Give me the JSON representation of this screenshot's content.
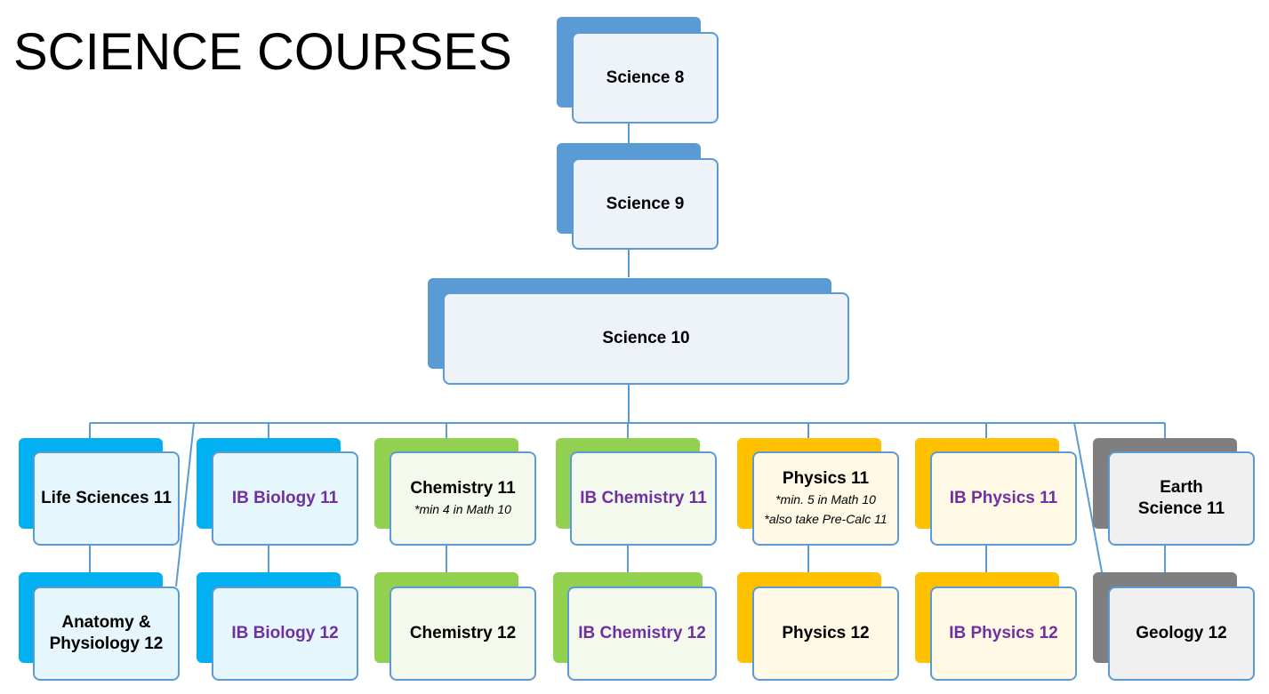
{
  "title": "SCIENCE COURSES",
  "colors": {
    "core": "#5b9bd5",
    "life": "#00b0f0",
    "chem": "#92d050",
    "phys": "#ffc000",
    "earth": "#7f7f7f",
    "connector": "#5b9bd5",
    "ib_text": "#7030a0"
  },
  "core": {
    "science8": "Science 8",
    "science9": "Science 9",
    "science10": "Science 10"
  },
  "grade11": {
    "life_sciences": "Life Sciences 11",
    "ib_biology": "IB Biology 11",
    "chemistry": "Chemistry 11",
    "chemistry_note": "*min 4 in Math 10",
    "ib_chemistry": "IB Chemistry 11",
    "physics": "Physics 11",
    "physics_note1": "*min. 5 in Math 10",
    "physics_note2": "*also take Pre-Calc 11",
    "ib_physics": "IB Physics 11",
    "earth_science": "Earth Science 11"
  },
  "grade12": {
    "anatomy": "Anatomy & Physiology 12",
    "ib_biology": "IB Biology 12",
    "chemistry": "Chemistry 12",
    "ib_chemistry": "IB Chemistry 12",
    "physics": "Physics 12",
    "ib_physics": "IB Physics 12",
    "geology": "Geology 12"
  }
}
